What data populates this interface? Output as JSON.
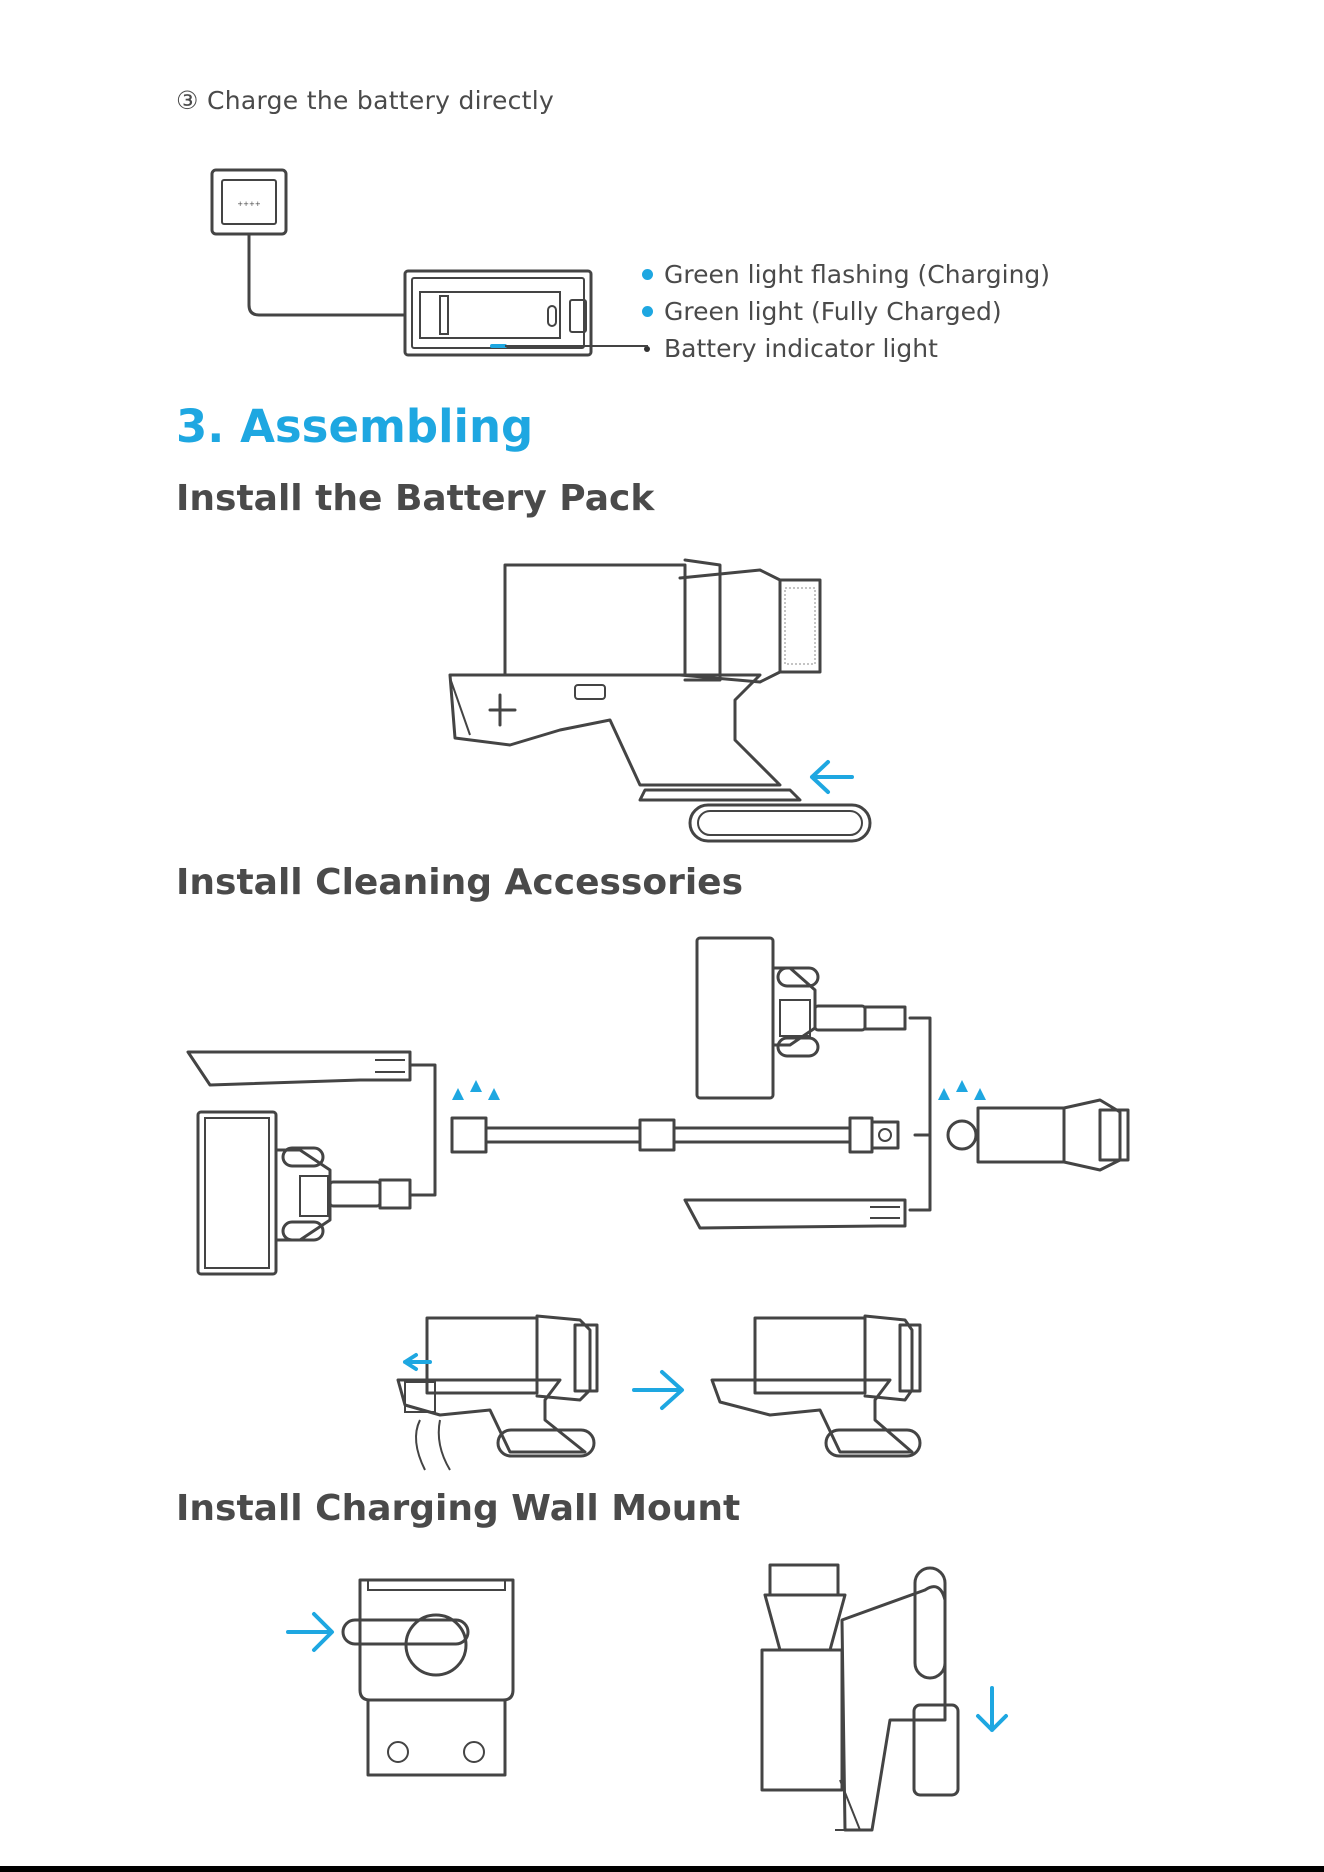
{
  "step": {
    "number": "③",
    "text": "Charge the battery directly"
  },
  "legend": {
    "items": [
      "Green light flashing (Charging)",
      "Green light (Fully Charged)",
      "Battery indicator light"
    ]
  },
  "section": {
    "title": "3. Assembling"
  },
  "subsections": {
    "battery": "Install the Battery Pack",
    "accessories": "Install Cleaning Accessories",
    "wallmount": "Install Charging Wall Mount"
  },
  "colors": {
    "accent": "#1ea7e1",
    "text": "#4a4a4a",
    "line": "#444444"
  }
}
